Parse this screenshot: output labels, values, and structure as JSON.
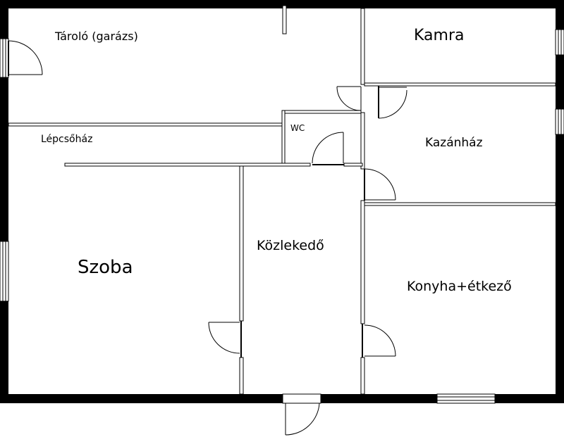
{
  "rooms": {
    "storage": "Tároló (garázs)",
    "pantry": "Kamra",
    "stairwell": "Lépcsőház",
    "wc": "WC",
    "boiler_room": "Kazánház",
    "living_room": "Szoba",
    "hallway": "Közlekedő",
    "kitchen": "Konyha+étkező"
  },
  "colors": {
    "wall": "#000000",
    "background": "#ffffff",
    "partition_fill": "#ffffff"
  }
}
